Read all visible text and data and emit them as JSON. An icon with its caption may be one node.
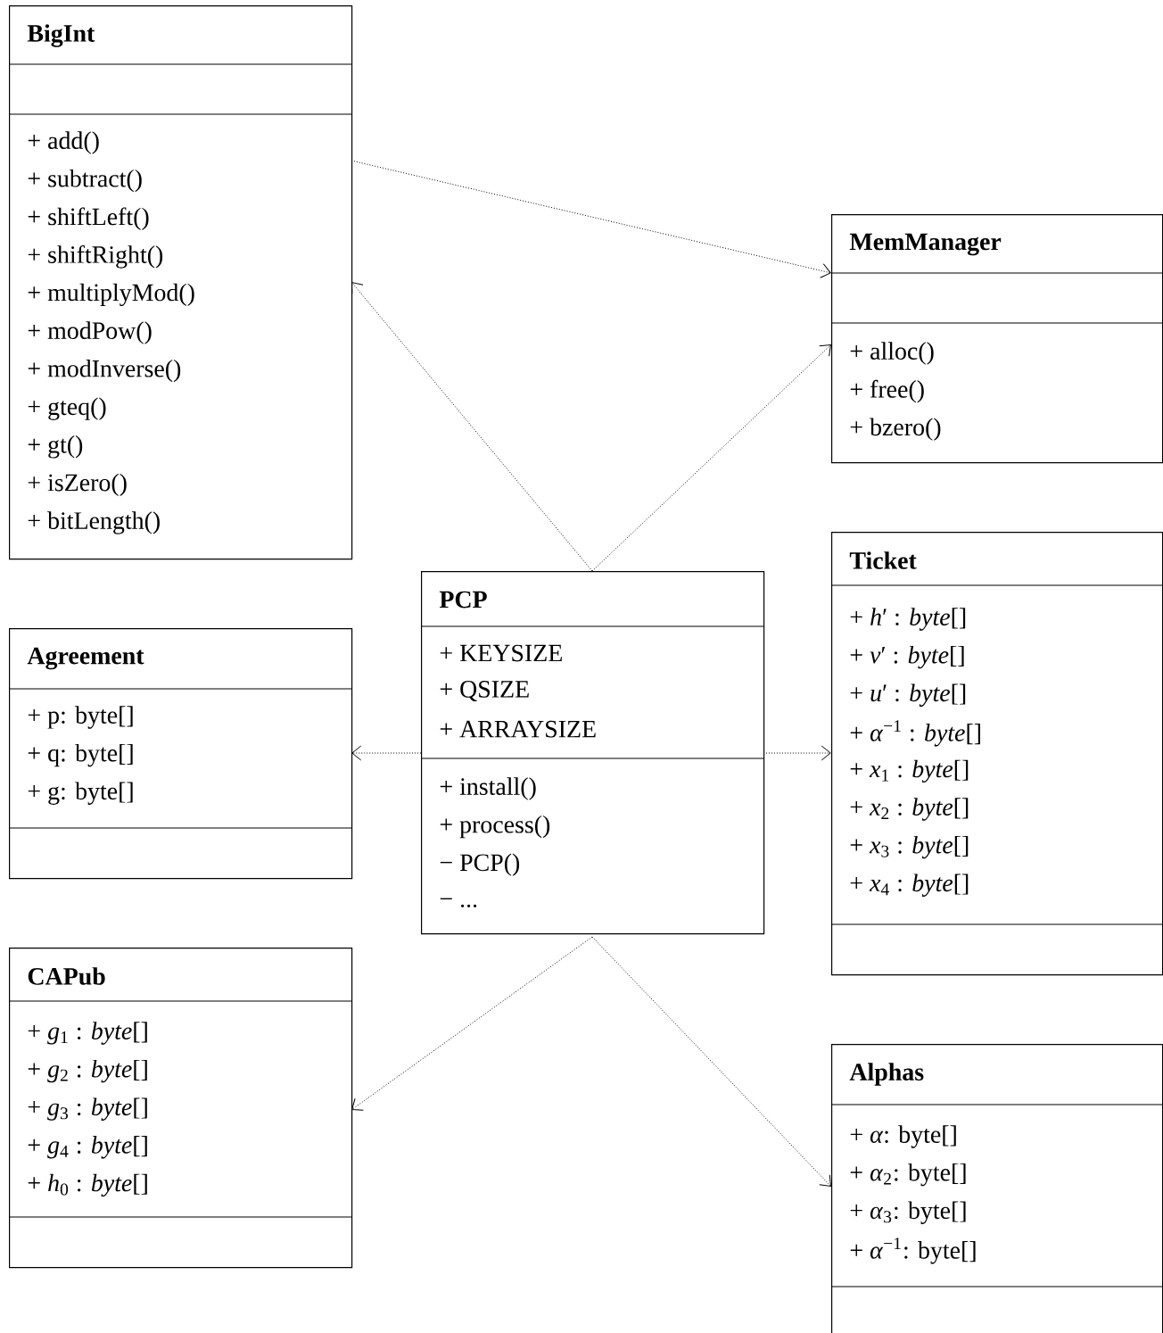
{
  "diagram": {
    "nodes": [
      {
        "text": [
          "BigInt",
          "+ add()",
          "+ subtract()",
          "+ shiftLeft()",
          "+ shiftRight()",
          "+ multiplyMod()",
          "+ modPow()",
          "+ modInverse()",
          "+ gteq()",
          "+ gt()",
          "+ isZero()",
          "+ bitLength()"
        ]
      },
      {
        "text": [
          "MemManager",
          "+ alloc()",
          "+ free()",
          "+ bzero()"
        ]
      },
      {
        "text": [
          "PCP",
          "+ KEYSIZE",
          "+ QSIZE",
          "+ ARRAYSIZE",
          "+ install()",
          "+ process()",
          "− PCP()",
          "− ..."
        ]
      },
      {
        "text": [
          "Ticket",
          "+ *h*′ : *byte*[]",
          "+ *v*′ : *byte*[]",
          "+ *u*′ : *byte*[]",
          "+ *α*$^{−1}$ : *byte*[]",
          "+ *x*$_{1}$ : *byte*[]",
          "+ *x*$_{2}$ : *byte*[]",
          "+ *x*$_{3}$ : *byte*[]",
          "+ *x*$_{4}$ : *byte*[]"
        ]
      },
      {
        "text": [
          "Agreement",
          "+ p: byte[]",
          "+ q: byte[]",
          "+ g: byte[]"
        ]
      },
      {
        "text": [
          "CAPub",
          "+ *g*$_{1}$ : *byte*[]",
          "+ *g*$_{2}$ : *byte*[]",
          "+ *g*$_{3}$ : *byte*[]",
          "+ *g*$_{4}$ : *byte*[]",
          "+ *h*$_{0}$ : *byte*[]"
        ]
      },
      {
        "text": [
          "Alphas",
          "+ *α*: byte[]",
          "+ *α*$_{2}$: byte[]",
          "+ *α*$_{3}$: byte[]",
          "+ *α*$^{−1}$: byte[]"
        ]
      }
    ],
    "edges": [
      {
        "from": 0,
        "to": 1,
        "arrow": "to"
      },
      {
        "from": 2,
        "to": 0,
        "arrow": "to"
      },
      {
        "from": 2,
        "to": 1,
        "arrow": "to"
      },
      {
        "from": 2,
        "to": 4,
        "arrow": "to"
      },
      {
        "from": 2,
        "to": 3,
        "arrow": "to"
      },
      {
        "from": 2,
        "to": 5,
        "arrow": "to"
      },
      {
        "from": 2,
        "to": 6,
        "arrow": "to"
      }
    ]
  }
}
